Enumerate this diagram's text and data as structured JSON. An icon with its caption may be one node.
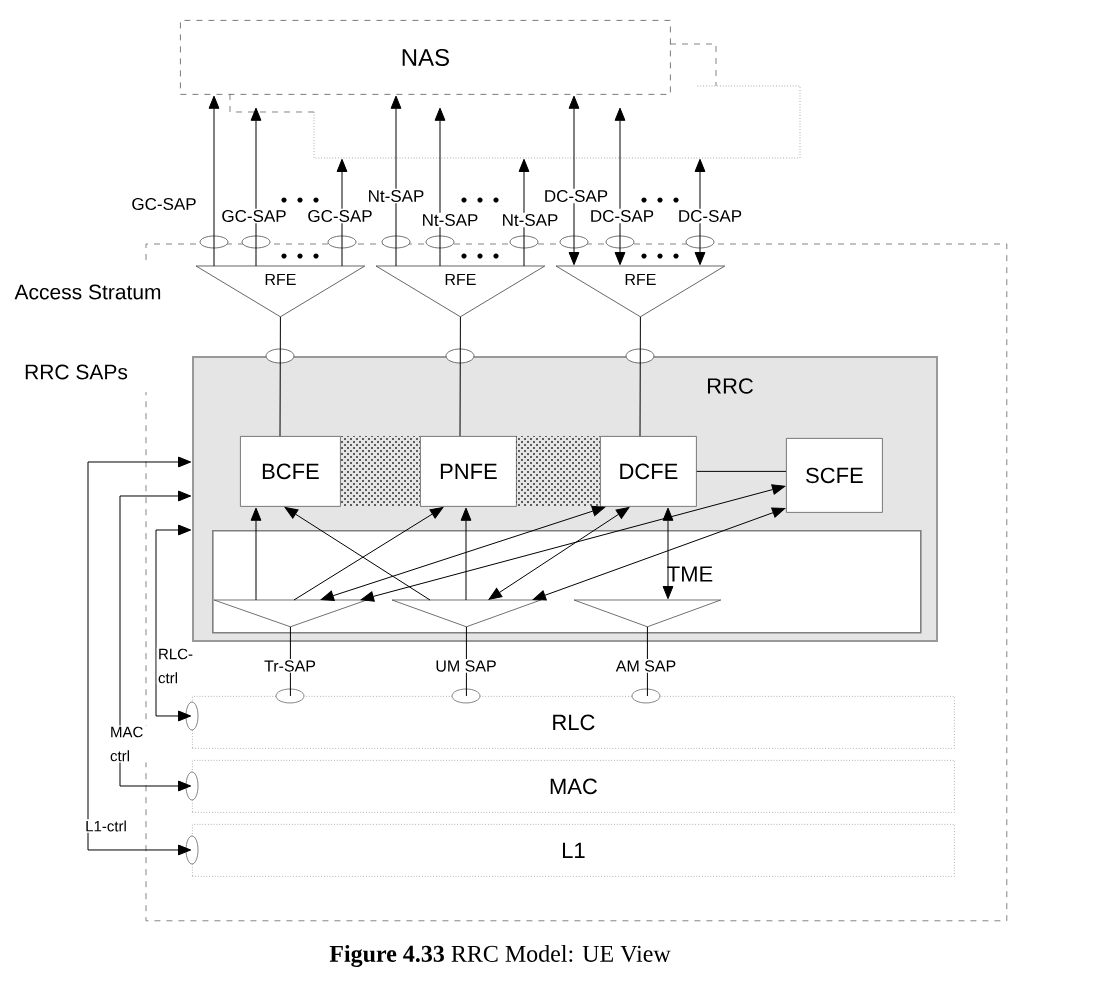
{
  "diagram": {
    "caption": "**Figure 4.33** RRC Model: UE View",
    "nodes": [
      {
        "text": [
          "NAS"
        ]
      },
      {
        "text": [
          "Access Stratum"
        ]
      },
      {
        "text": [
          "RFE"
        ],
        "in": 1
      },
      {
        "text": [
          "RFE"
        ],
        "in": 1
      },
      {
        "text": [
          "RFE"
        ],
        "in": 1
      },
      {
        "text": [
          "RRC"
        ],
        "in": 1
      },
      {
        "text": [
          "BCFE"
        ],
        "in": 5
      },
      {
        "text": [
          "PNFE"
        ],
        "in": 5
      },
      {
        "text": [
          "DCFE"
        ],
        "in": 5
      },
      {
        "text": [
          "SCFE"
        ],
        "in": 5
      },
      {
        "text": [
          "TME"
        ],
        "in": 5
      },
      {
        "text": [],
        "shape": "triangle",
        "beside": [
          "Tr-SAP"
        ],
        "in": 10
      },
      {
        "text": [],
        "shape": "triangle",
        "beside": [
          "UM SAP"
        ],
        "in": 10
      },
      {
        "text": [],
        "shape": "triangle",
        "beside": [
          "AM SAP"
        ],
        "in": 10
      },
      {
        "text": [
          "RLC"
        ],
        "in": 1
      },
      {
        "text": [
          "MAC"
        ],
        "in": 1
      },
      {
        "text": [
          "L1"
        ],
        "in": 1
      }
    ],
    "edges": [
      {
        "from": 2,
        "to": 0,
        "arrow": "to",
        "label": "GC-SAP"
      },
      {
        "from": 2,
        "to": 0,
        "arrow": "to",
        "label": "GC-SAP"
      },
      {
        "from": 2,
        "to": null,
        "arrow": "to",
        "label": "GC-SAP"
      },
      {
        "from": 3,
        "to": 0,
        "arrow": "to",
        "label": "Nt-SAP"
      },
      {
        "from": 3,
        "to": 0,
        "arrow": "to",
        "label": "Nt-SAP"
      },
      {
        "from": 3,
        "to": null,
        "arrow": "to",
        "label": "Nt-SAP"
      },
      {
        "from": 4,
        "to": 0,
        "arrow": "both",
        "label": "DC-SAP"
      },
      {
        "from": 4,
        "to": 0,
        "arrow": "both",
        "label": "DC-SAP"
      },
      {
        "from": 4,
        "to": null,
        "arrow": "both",
        "label": "DC-SAP"
      },
      {
        "from": 2,
        "to": 6,
        "arrow": "none"
      },
      {
        "from": 3,
        "to": 7,
        "arrow": "none"
      },
      {
        "from": 4,
        "to": 8,
        "arrow": "none"
      },
      {
        "from": 8,
        "to": 9,
        "arrow": "none"
      },
      {
        "from": 11,
        "to": 6,
        "arrow": "to"
      },
      {
        "from": 11,
        "to": 7,
        "arrow": "to"
      },
      {
        "from": 12,
        "to": 6,
        "arrow": "to"
      },
      {
        "from": 12,
        "to": 7,
        "arrow": "to"
      },
      {
        "from": 11,
        "to": 8,
        "arrow": "both"
      },
      {
        "from": 12,
        "to": 8,
        "arrow": "both"
      },
      {
        "from": 11,
        "to": 9,
        "arrow": "both"
      },
      {
        "from": 12,
        "to": 9,
        "arrow": "both"
      },
      {
        "from": 13,
        "to": 8,
        "arrow": "both"
      },
      {
        "from": 11,
        "to": 14,
        "arrow": "none"
      },
      {
        "from": 12,
        "to": 14,
        "arrow": "none"
      },
      {
        "from": 13,
        "to": 14,
        "arrow": "none"
      },
      {
        "from": 5,
        "to": 14,
        "arrow": "both",
        "label": "RLC-ctrl"
      },
      {
        "from": 5,
        "to": 15,
        "arrow": "both",
        "label": "MAC ctrl"
      },
      {
        "from": 5,
        "to": 16,
        "arrow": "both",
        "label": "L1-ctrl"
      }
    ],
    "labels": [
      "RRC SAPs"
    ]
  }
}
